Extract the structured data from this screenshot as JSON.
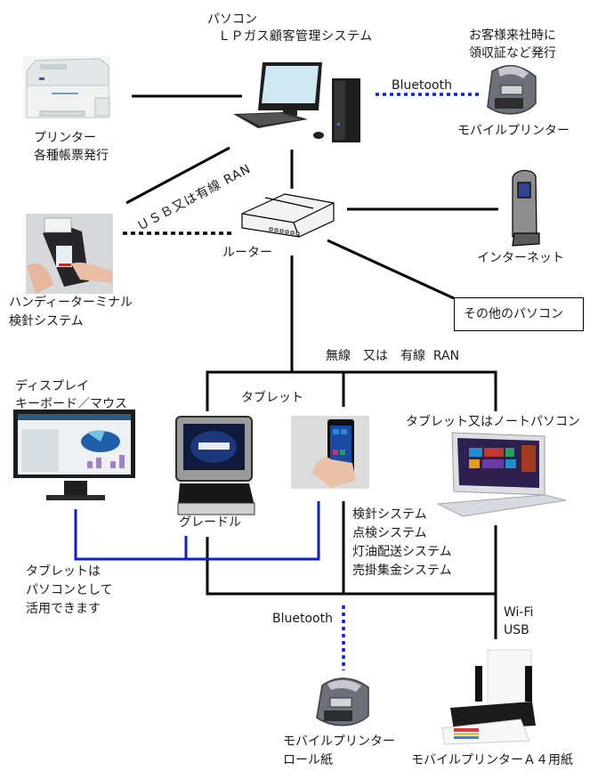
{
  "pc": {
    "title": "パソコン",
    "subtitle": "ＬＰガス顧客管理システム"
  },
  "printer": {
    "line1": "プリンター",
    "line2": "各種帳票発行"
  },
  "mobile_printer_top": {
    "caption_line1": "お客様来社時に",
    "caption_line2": "領収証など発行",
    "label": "モバイルプリンター",
    "link_label": "Bluetooth"
  },
  "usb_link": {
    "label": "ＵＳＢ又は有線 RAN"
  },
  "router": {
    "label": "ルーター"
  },
  "handy_terminal": {
    "line1": "ハンディーターミナル",
    "line2": "検針システム"
  },
  "internet": {
    "label": "インターネット"
  },
  "other_pc": {
    "label": "その他のパソコン"
  },
  "lan": {
    "label": "無線　又は　有線  RAN"
  },
  "display": {
    "line1": "ディスプレイ",
    "line2": "キーボード／マウス"
  },
  "tablet_group": {
    "label": "タブレット",
    "cradle_label": "グレードル"
  },
  "notebook": {
    "label": "タブレット又はノートパソコン"
  },
  "systems": {
    "items": [
      "検針システム",
      "点検システム",
      "灯油配送システム",
      "売掛集金システム"
    ]
  },
  "tablet_note": {
    "lines": [
      "タブレットは",
      "パソコンとして",
      "活用できます"
    ]
  },
  "bottom_bt": {
    "label": "Bluetooth"
  },
  "wifi_usb": {
    "line1": "Wi-Fi",
    "line2": "USB"
  },
  "mobile_printer_roll": {
    "line1": "モバイルプリンター",
    "line2": "ロール紙"
  },
  "mobile_printer_a4": {
    "label": "モバイルプリンターＡ４用紙"
  },
  "colors": {
    "wired": "#000000",
    "bluetooth": "#0a1fd6",
    "display_link": "#0a1fd6"
  }
}
